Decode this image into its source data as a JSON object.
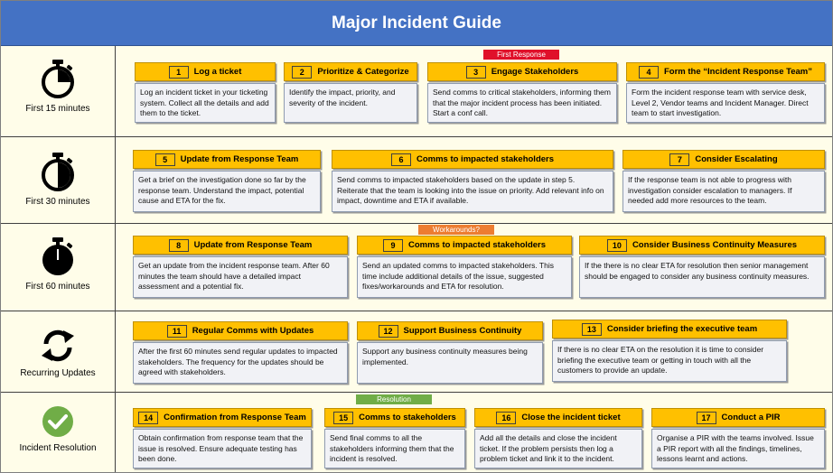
{
  "title": "Major Incident Guide",
  "colors": {
    "title_bar": "#4472c4",
    "card_header": "#ffc000",
    "card_body": "#f1f2f6",
    "background": "#fffde9",
    "tag_first_response": "#e0102a",
    "tag_workarounds": "#ed7d31",
    "tag_resolution": "#70ad47",
    "resolution_icon": "#70ad47"
  },
  "stages": [
    {
      "label": "First 15 minutes",
      "icon": "stopwatch-quarter-icon"
    },
    {
      "label": "First 30 minutes",
      "icon": "stopwatch-half-icon"
    },
    {
      "label": "First 60 minutes",
      "icon": "stopwatch-full-icon"
    },
    {
      "label": "Recurring Updates",
      "icon": "refresh-cycle-icon"
    },
    {
      "label": "Incident Resolution",
      "icon": "check-circle-icon"
    }
  ],
  "tags": {
    "first_response": "First Response",
    "workarounds": "Workarounds?",
    "resolution": "Resolution"
  },
  "steps": [
    {
      "num": "1",
      "title": "Log a ticket",
      "body": "Log an incident ticket in your ticketing system. Collect all the details and add them to the ticket."
    },
    {
      "num": "2",
      "title": "Prioritize & Categorize",
      "body": "Identify the impact, priority, and severity of the incident."
    },
    {
      "num": "3",
      "title": "Engage Stakeholders",
      "body": "Send comms to critical stakeholders, informing them that the major incident process has been initiated. Start a conf call."
    },
    {
      "num": "4",
      "title": "Form the “Incident Response Team”",
      "body": "Form the incident response team with service desk, Level 2, Vendor teams and Incident Manager. Direct team to start investigation."
    },
    {
      "num": "5",
      "title": "Update from  Response Team",
      "body": "Get a brief on the investigation done so far by the response team. Understand the impact, potential cause and ETA for the fix."
    },
    {
      "num": "6",
      "title": "Comms to impacted stakeholders",
      "body": "Send comms to impacted stakeholders based on the update in step 5. Reiterate that the team is looking into the issue on priority. Add relevant info on impact, downtime and ETA if available."
    },
    {
      "num": "7",
      "title": "Consider Escalating",
      "body": "If the response team is not able to progress with investigation consider escalation to managers. If needed add more resources to the team."
    },
    {
      "num": "8",
      "title": "Update from  Response Team",
      "body": "Get an update from the incident response team. After 60 minutes the team should have a detailed impact assessment and a potential fix."
    },
    {
      "num": "9",
      "title": "Comms to impacted stakeholders",
      "body": "Send an updated comms to impacted stakeholders. This time include additional details of the issue, suggested fixes/workarounds and ETA for resolution."
    },
    {
      "num": "10",
      "title": "Consider Business Continuity Measures",
      "body": "If the there is no clear ETA for resolution then senior management should be engaged to consider any business continuity measures."
    },
    {
      "num": "11",
      "title": "Regular Comms with Updates",
      "body": "After the first 60 minutes send regular updates to impacted stakeholders. The frequency for the updates should be agreed with stakeholders."
    },
    {
      "num": "12",
      "title": "Support Business Continuity",
      "body": "Support any business continuity measures being implemented."
    },
    {
      "num": "13",
      "title": "Consider briefing the executive team",
      "body": "If there is no clear ETA on the resolution it is time to consider briefing the executive team or getting in touch with all the customers to provide an update."
    },
    {
      "num": "14",
      "title": "Confirmation from Response Team",
      "body": "Obtain confirmation from response team that the issue is resolved. Ensure adequate testing has been done."
    },
    {
      "num": "15",
      "title": "Comms to stakeholders",
      "body": "Send final comms to all the stakeholders informing them that the incident is resolved."
    },
    {
      "num": "16",
      "title": "Close the incident ticket",
      "body": "Add all the details and close the incident ticket. If the problem persists then log a problem ticket and link it to the incident."
    },
    {
      "num": "17",
      "title": "Conduct a PIR",
      "body": "Organise a PIR with the teams involved. Issue a PIR report with all the findings, timelines, lessons learnt and actions."
    }
  ]
}
